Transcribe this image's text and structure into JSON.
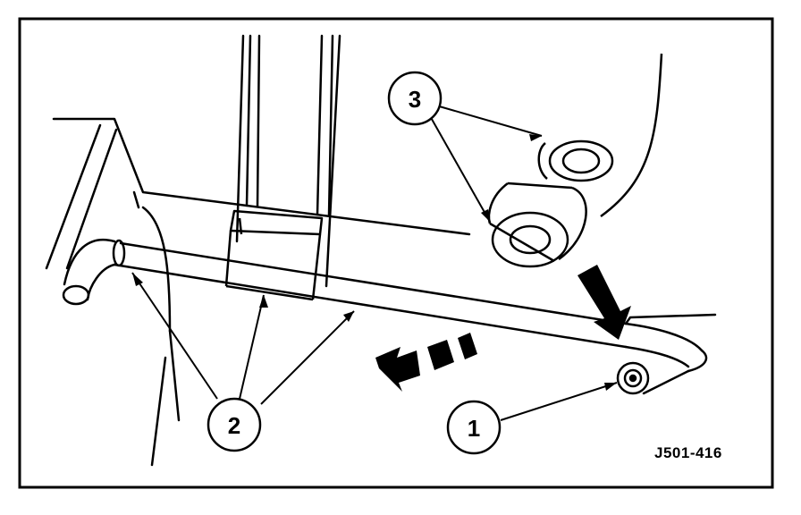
{
  "figure": {
    "id_label": "J501-416",
    "callouts": [
      {
        "number": "1"
      },
      {
        "number": "2"
      },
      {
        "number": "3"
      }
    ]
  },
  "colors": {
    "ink": "#000000",
    "paper": "#ffffff"
  }
}
